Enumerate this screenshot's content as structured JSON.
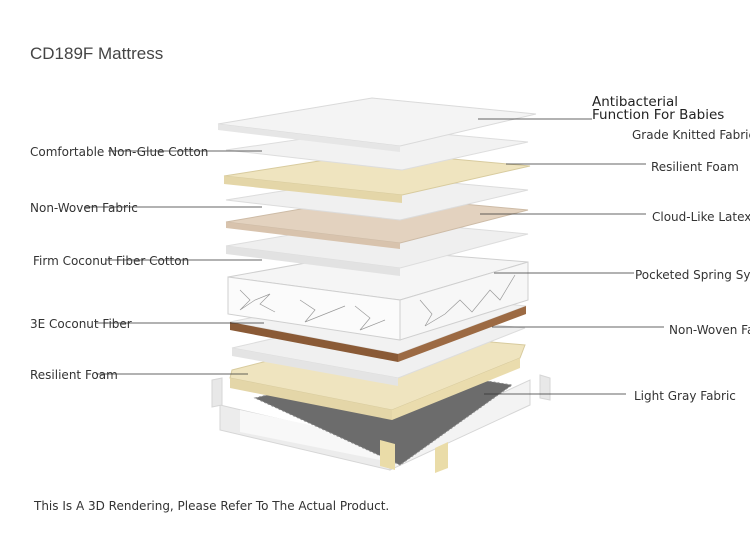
{
  "title": "CD189F Mattress",
  "left_labels": [
    "Comfortable Non-Glue Cotton",
    "Non-Woven Fabric",
    "Firm Coconut Fiber Cotton",
    "3E Coconut Fiber",
    "Resilient Foam"
  ],
  "right_labels": {
    "antibacterial_line1": "Antibacterial",
    "antibacterial_line2": "Function For Babies",
    "items": [
      "Grade Knitted Fabric",
      "Resilient Foam",
      "Cloud-Like Latex",
      "Pocketed Spring Syste",
      "Non-Woven Fab",
      "Light Gray Fabric"
    ]
  },
  "note": "This Is A 3D Rendering, Please Refer To The Actual Product.",
  "colors": {
    "white_layer": "#f1f1f1",
    "foam_layer": "#efe4bf",
    "latex_layer": "#e3d2bf",
    "coconut_edge": "#8a5a36",
    "base_fabric": "#6f6f6f",
    "leader_line": "#333333"
  }
}
